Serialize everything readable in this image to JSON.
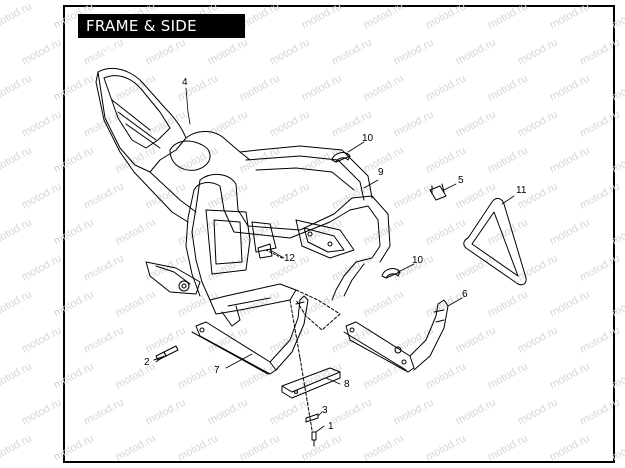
{
  "diagram": {
    "title": "FRAME & SIDE STAND",
    "watermark_text": "motod.ru",
    "callouts": [
      {
        "id": "c1",
        "label": "1"
      },
      {
        "id": "c2",
        "label": "2"
      },
      {
        "id": "c3",
        "label": "3"
      },
      {
        "id": "c4",
        "label": "4"
      },
      {
        "id": "c5",
        "label": "5"
      },
      {
        "id": "c6",
        "label": "6"
      },
      {
        "id": "c7",
        "label": "7"
      },
      {
        "id": "c8",
        "label": "8"
      },
      {
        "id": "c9",
        "label": "9"
      },
      {
        "id": "c10a",
        "label": "10"
      },
      {
        "id": "c10b",
        "label": "10"
      },
      {
        "id": "c11",
        "label": "11"
      },
      {
        "id": "c12",
        "label": "12"
      }
    ]
  }
}
